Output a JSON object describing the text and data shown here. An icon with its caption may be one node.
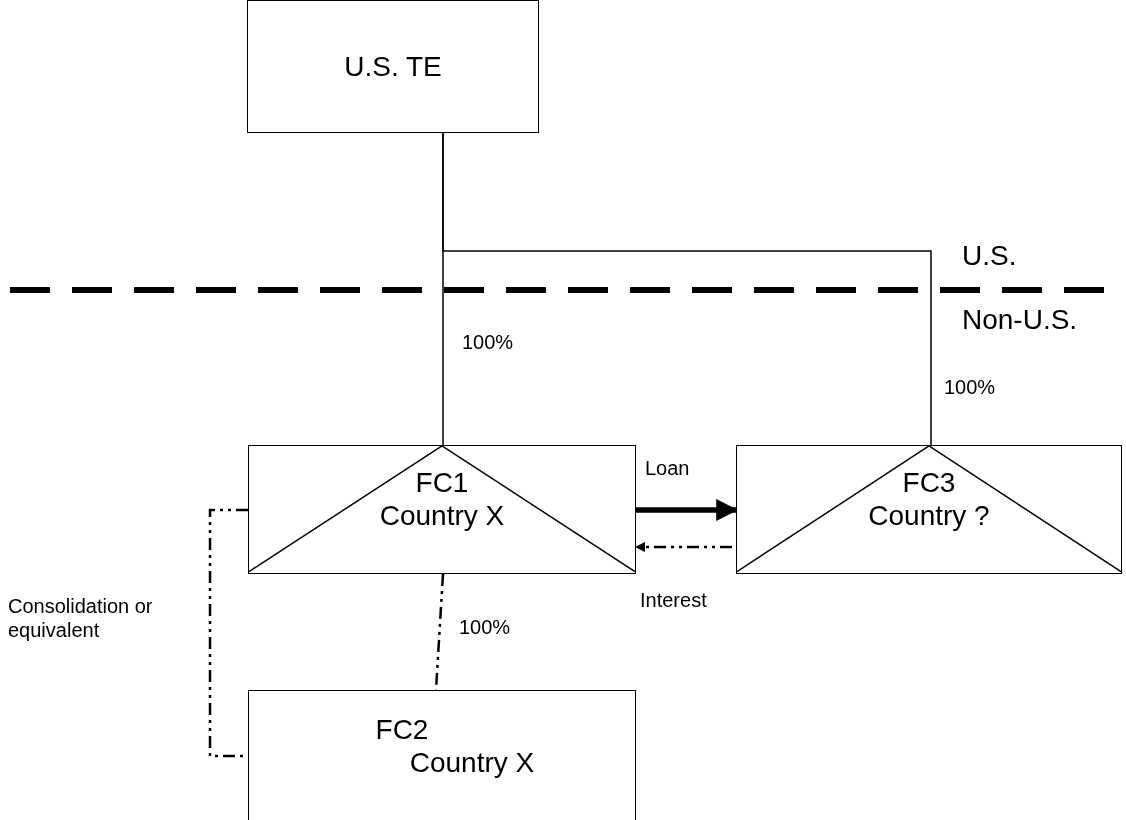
{
  "diagram": {
    "nodes": [
      {
        "text": [
          "U.S. TE"
        ]
      },
      {
        "text": [
          "FC1",
          "Country X"
        ]
      },
      {
        "text": [
          "FC3",
          "Country ?"
        ]
      },
      {
        "text": [
          "FC2",
          "Country X"
        ]
      }
    ],
    "edges": [
      {
        "from": 0,
        "to": 1,
        "arrow": "none",
        "label": "100%"
      },
      {
        "from": 0,
        "to": 2,
        "arrow": "none",
        "label": "100%"
      },
      {
        "from": 1,
        "to": 2,
        "arrow": "to",
        "label": "Loan",
        "style": "thick"
      },
      {
        "from": 2,
        "to": 1,
        "arrow": "to",
        "label": "Interest",
        "style": "dashed"
      },
      {
        "from": 1,
        "to": 3,
        "arrow": "none",
        "label": "100%",
        "style": "dashed"
      },
      {
        "from": 1,
        "to": 3,
        "arrow": "none",
        "label": "Consolidation or equivalent",
        "style": "dashed"
      }
    ],
    "labels": [
      "U.S.",
      "Non-U.S."
    ]
  }
}
